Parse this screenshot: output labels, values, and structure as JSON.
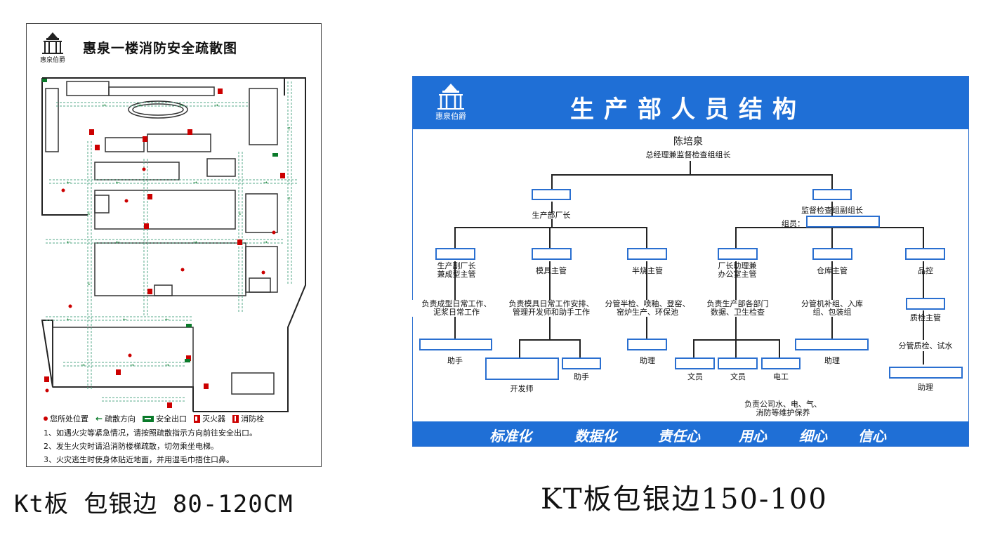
{
  "left": {
    "logo_text": "惠泉伯爵",
    "title": "惠泉一楼消防安全疏散图",
    "legend": [
      {
        "icon": "location-dot",
        "label": "您所处位置"
      },
      {
        "icon": "evacuation-arrow",
        "label": "疏散方向"
      },
      {
        "icon": "exit-sign",
        "label": "安全出口"
      },
      {
        "icon": "extinguisher",
        "label": "灭火器"
      },
      {
        "icon": "hydrant",
        "label": "消防栓"
      }
    ],
    "notes": [
      "1、如遇火灾等紧急情况，请按照疏散指示方向前往安全出口。",
      "2、发生火灾时请沿消防楼梯疏散，切勿乘坐电梯。",
      "3、火灾逃生时使身体贴近地面，并用湿毛巾捂住口鼻。"
    ],
    "caption": "Kt板 包银边 80-120CM"
  },
  "right": {
    "logo_text": "惠泉伯爵",
    "title": "生产部人员结构",
    "top": {
      "name": "陈培泉",
      "role": "总经理兼监督检查组组长"
    },
    "level2": [
      {
        "label": "生产部厂长"
      },
      {
        "label": "监督检查组副组长",
        "member_label": "组员："
      }
    ],
    "level3": [
      {
        "title": "生产副厂长\n兼成型主管",
        "duty": "负责成型日常工作、\n泥浆日常工作",
        "sub": [
          {
            "label": "助手"
          }
        ]
      },
      {
        "title": "模具主管",
        "duty": "负责模具日常工作安排、\n管理开发师和助手工作",
        "sub": [
          {
            "label": "开发师"
          },
          {
            "label": "助手"
          }
        ]
      },
      {
        "title": "半烧主管",
        "duty": "分管半检、喷釉、登窑、\n窑炉生产、环保池",
        "sub": [
          {
            "label": "助理"
          }
        ]
      },
      {
        "title": "厂长助理兼\n办公室主管",
        "duty": "负责生产部各部门\n数据、卫生检查",
        "sub": [
          {
            "label": "文员"
          },
          {
            "label": "文员"
          },
          {
            "label": "电工"
          }
        ],
        "extra": "负责公司水、电、气、\n消防等维护保养"
      },
      {
        "title": "仓库主管",
        "duty": "分管机补组、入库\n组、包装组",
        "sub": [
          {
            "label": "助理"
          }
        ]
      },
      {
        "title": "品控",
        "sub_title": "质检主管",
        "duty": "分管质检、试水",
        "sub": [
          {
            "label": "助理"
          }
        ]
      }
    ],
    "slogans": [
      "标准化",
      "数据化",
      "责任心",
      "用心",
      "细心",
      "信心"
    ],
    "caption": "KT板包银边150-100"
  }
}
